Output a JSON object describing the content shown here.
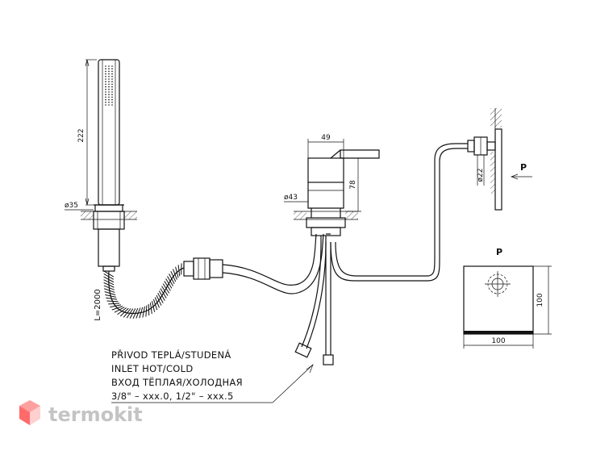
{
  "dimensions": {
    "shower_length": "222",
    "shower_diameter": "ø35",
    "mixer_width": "49",
    "mixer_height": "78",
    "mixer_diameter": "ø43",
    "outlet_diameter": "ø22",
    "hose_length": "L=2000",
    "plate_width": "100",
    "plate_height": "100"
  },
  "labels": {
    "view_arrow": "P",
    "view_title": "P"
  },
  "notes": {
    "line1": "PŘIVOD TEPLÁ/STUDENÁ",
    "line2": "INLET HOT/COLD",
    "line3": "ВХОД ТЁПЛАЯ/ХОЛОДНАЯ",
    "line4": "3/8\" – xxx.0, 1/2\" – xxx.5"
  },
  "watermark": {
    "text": "termokit",
    "colors": [
      "#ff6b6b",
      "#ffa0a0",
      "#ffd0d0"
    ]
  }
}
